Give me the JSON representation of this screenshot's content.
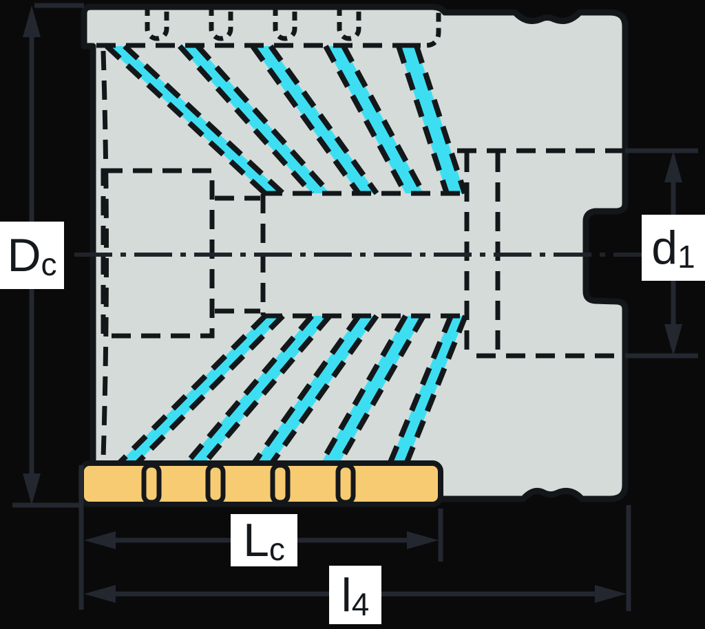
{
  "labels": {
    "dc": {
      "main": "D",
      "sub": "c"
    },
    "d1": {
      "main": "d",
      "sub": "1"
    },
    "lc": {
      "main": "L",
      "sub": "c"
    },
    "l4": {
      "main": "l",
      "sub": "4"
    }
  },
  "colors": {
    "background": "#0a0a0b",
    "body": "#d5dbd8",
    "coolant_channel": "#3edef2",
    "insert_strip": "#f6cb72",
    "outline": "#14171a",
    "dimension": "#232730",
    "centerline": "#20242a",
    "label_background": "#ffffff",
    "label_text": "#15181c"
  }
}
